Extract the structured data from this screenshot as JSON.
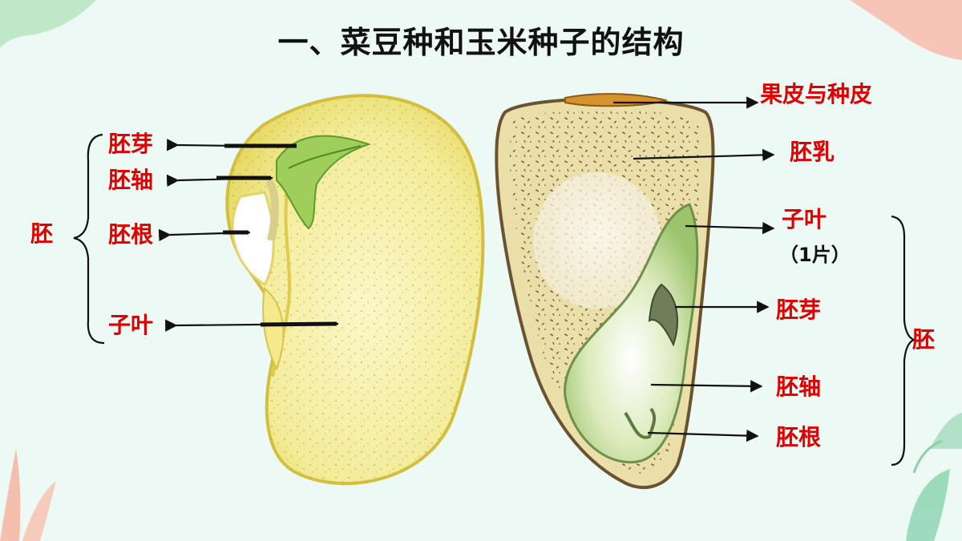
{
  "title": "一、菜豆种和玉米种子的结构",
  "bean": {
    "embryo": "胚",
    "plumule": "胚芽",
    "hypocotyl": "胚轴",
    "radicle": "胚根",
    "cotyledon": "子叶"
  },
  "corn": {
    "pericarp_seedcoat": "果皮与种皮",
    "endosperm": "胚乳",
    "cotyledon": "子叶",
    "cotyledon_count": "（1片）",
    "plumule": "胚芽",
    "hypocotyl": "胚轴",
    "radicle": "胚根",
    "embryo": "胚"
  },
  "colors": {
    "label": "#e00000",
    "title": "#111111",
    "background": "#edf9f4"
  }
}
